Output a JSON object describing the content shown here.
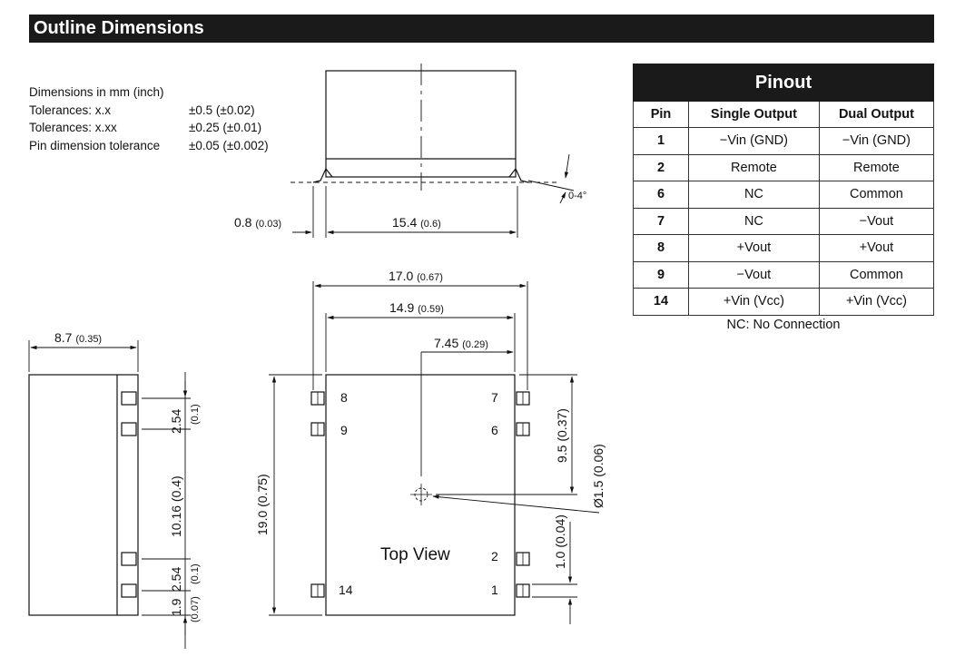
{
  "header": {
    "title": "Outline Dimensions"
  },
  "tolerances": {
    "heading": "Dimensions in mm (inch)",
    "rows": [
      {
        "label": "Tolerances: x.x",
        "value": "±0.5 (±0.02)"
      },
      {
        "label": "Tolerances: x.xx",
        "value": "±0.25 (±0.01)"
      },
      {
        "label": "Pin dimension tolerance",
        "value": "±0.05 (±0.002)"
      }
    ]
  },
  "dims": {
    "lead_mm": "0.8",
    "lead_in": "(0.03)",
    "body_len_mm": "15.4",
    "body_len_in": "(0.6)",
    "angle": "0-4°",
    "overall_w_mm": "17.0",
    "overall_w_in": "(0.67)",
    "body_w_mm": "14.9",
    "body_w_in": "(0.59)",
    "center_mm": "7.45",
    "center_in": "(0.29)",
    "height_mm": "8.7",
    "height_in": "(0.35)",
    "length": "19.0 (0.75)",
    "pitch_a": "2.54",
    "pitch_a_in": "(0.1)",
    "span": "10.16 (0.4)",
    "pitch_b": "2.54",
    "pitch_b_in": "(0.1)",
    "edge": "1.9",
    "edge_in": "(0.07)",
    "center_y": "9.5 (0.37)",
    "hole": "Ø1.5 (0.06)",
    "pin_w": "1.0 (0.04)",
    "top_view": "Top View",
    "pins": {
      "p8": "8",
      "p9": "9",
      "p7": "7",
      "p6": "6",
      "p2": "2",
      "p14": "14",
      "p1": "1"
    }
  },
  "pinout": {
    "title": "Pinout",
    "columns": [
      "Pin",
      "Single Output",
      "Dual Output"
    ],
    "rows": [
      [
        "1",
        "−Vin (GND)",
        "−Vin (GND)"
      ],
      [
        "2",
        "Remote",
        "Remote"
      ],
      [
        "6",
        "NC",
        "Common"
      ],
      [
        "7",
        "NC",
        "−Vout"
      ],
      [
        "8",
        "+Vout",
        "+Vout"
      ],
      [
        "9",
        "−Vout",
        "Common"
      ],
      [
        "14",
        "+Vin (Vcc)",
        "+Vin (Vcc)"
      ]
    ],
    "note": "NC: No Connection"
  }
}
